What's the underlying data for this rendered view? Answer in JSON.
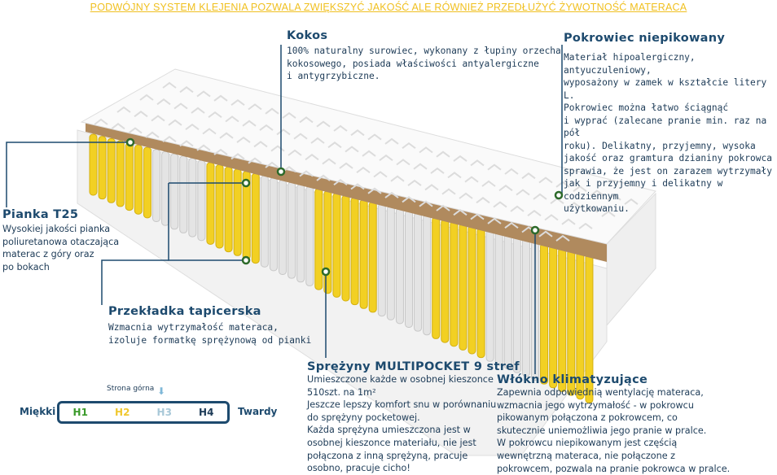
{
  "banner": "PODWÓJNY SYSTEM KLEJENIA POZWALA ZWIĘKSZYĆ JAKOŚĆ ALE RÓWNIEŻ PRZEDŁUŻYĆ ŻYWOTNOŚĆ MATERACA",
  "kokos": {
    "title": "Kokos",
    "text": "100% naturalny surowiec, wykonany z łupiny orzecha\nkokosowego, posiada właściwości antyalergiczne\ni antygrzybiczne."
  },
  "pokrowiec": {
    "title": "Pokrowiec niepikowany",
    "text": "Materiał hipoalergiczny, antyuczuleniowy,\nwyposażony w zamek w kształcie litery L.\nPokrowiec można łatwo ściągnąć\ni wyprać (zalecane pranie min. raz na pół\nroku). Delikatny, przyjemny, wysoka\njakość oraz gramtura dzianiny pokrowca\nsprawia, że jest on zarazem wytrzymały\njak i przyjemny i delikatny w codziennym\nużytkowaniu."
  },
  "pianka": {
    "title": "Pianka T25",
    "text": "Wysokiej jakości pianka\npoliuretanowa otaczająca\nmaterac z góry oraz\npo bokach"
  },
  "przekladka": {
    "title": "Przekładka tapicerska",
    "text": "Wzmacnia wytrzymałość materaca,\nizoluje formatkę sprężynową od pianki"
  },
  "sprezyny": {
    "title": "Sprężyny MULTIPOCKET 9 stref",
    "text": "Umieszczone każde w osobnej kieszonce\n510szt. na 1m²\nJeszcze lepszy komfort snu w porównaniu\ndo sprężyny pocketowej.\nKażda sprężyna umieszczona jest w\nosobnej kieszonce materiału, nie jest\npołączona z inną sprężyną, pracuje\nosobno, pracuje cicho!"
  },
  "wlokno": {
    "title": "Włókno klimatyzujące",
    "text": "Zapewnia odpowiednią wentylację materaca,\nwzmacnia jego wytrzymałość - w pokrowcu\npikowanym połączona z pokrowcem, co\nskutecznie uniemożliwia jego pranie w pralce.\nW pokrowcu niepikowanym jest częścią\nwewnętrzną materaca, nie połączone z\npokrowcem, pozwala na pranie pokrowca w pralce."
  },
  "hardness": {
    "top_side": "Strona górna",
    "soft": "Miękki",
    "hard": "Twardy",
    "levels": [
      {
        "label": "H1",
        "color": "#3a9a2a"
      },
      {
        "label": "H2",
        "color": "#f0c830"
      },
      {
        "label": "H3",
        "color": "#a8c8d8"
      },
      {
        "label": "H4",
        "color": "#1d3b57"
      }
    ],
    "selected": "H3"
  },
  "colors": {
    "heading": "#1d4a6e",
    "banner": "#f0c020",
    "coconut": "#a67c52",
    "spring_yellow": "#f2d023",
    "marker": "#2d6a2a"
  }
}
